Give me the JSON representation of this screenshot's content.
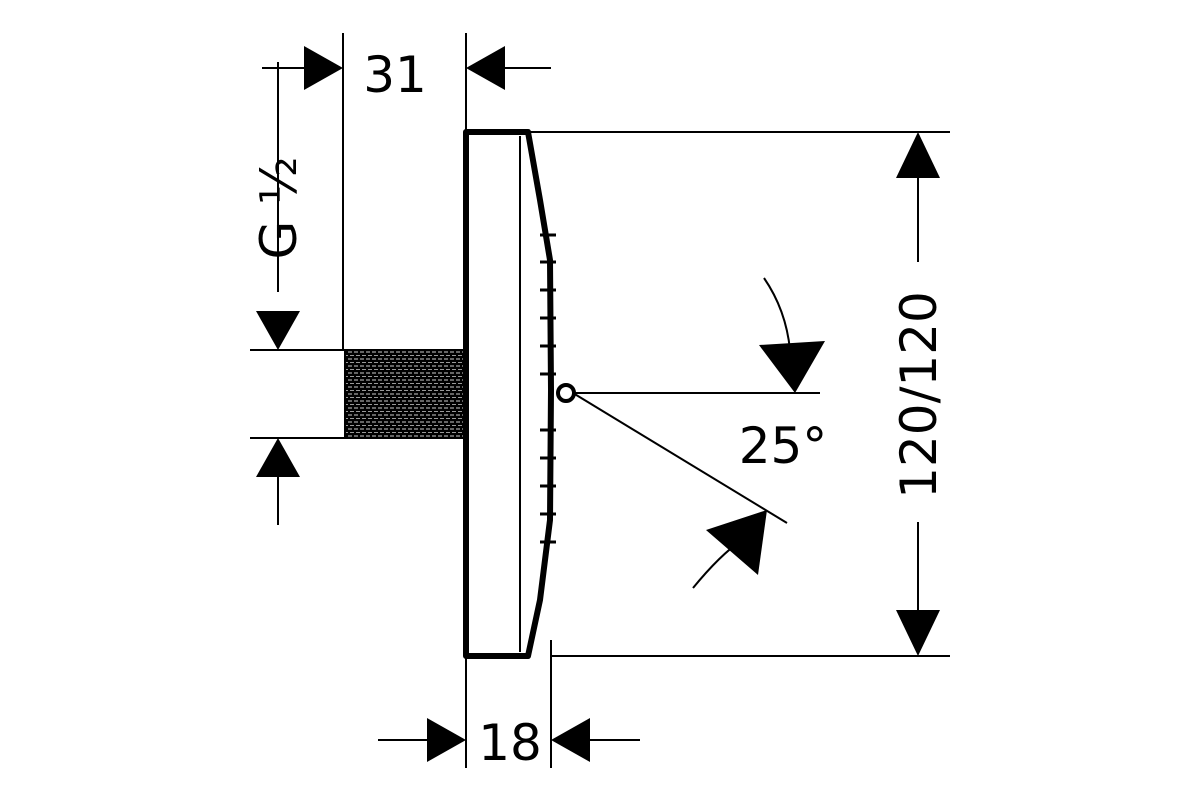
{
  "diagram": {
    "dimensions": {
      "connection_depth": "31",
      "thread_size": "G ½",
      "angle": "25°",
      "head_size": "120/120",
      "head_depth": "18"
    },
    "colors": {
      "ink": "#000000",
      "paper": "#ffffff"
    }
  }
}
